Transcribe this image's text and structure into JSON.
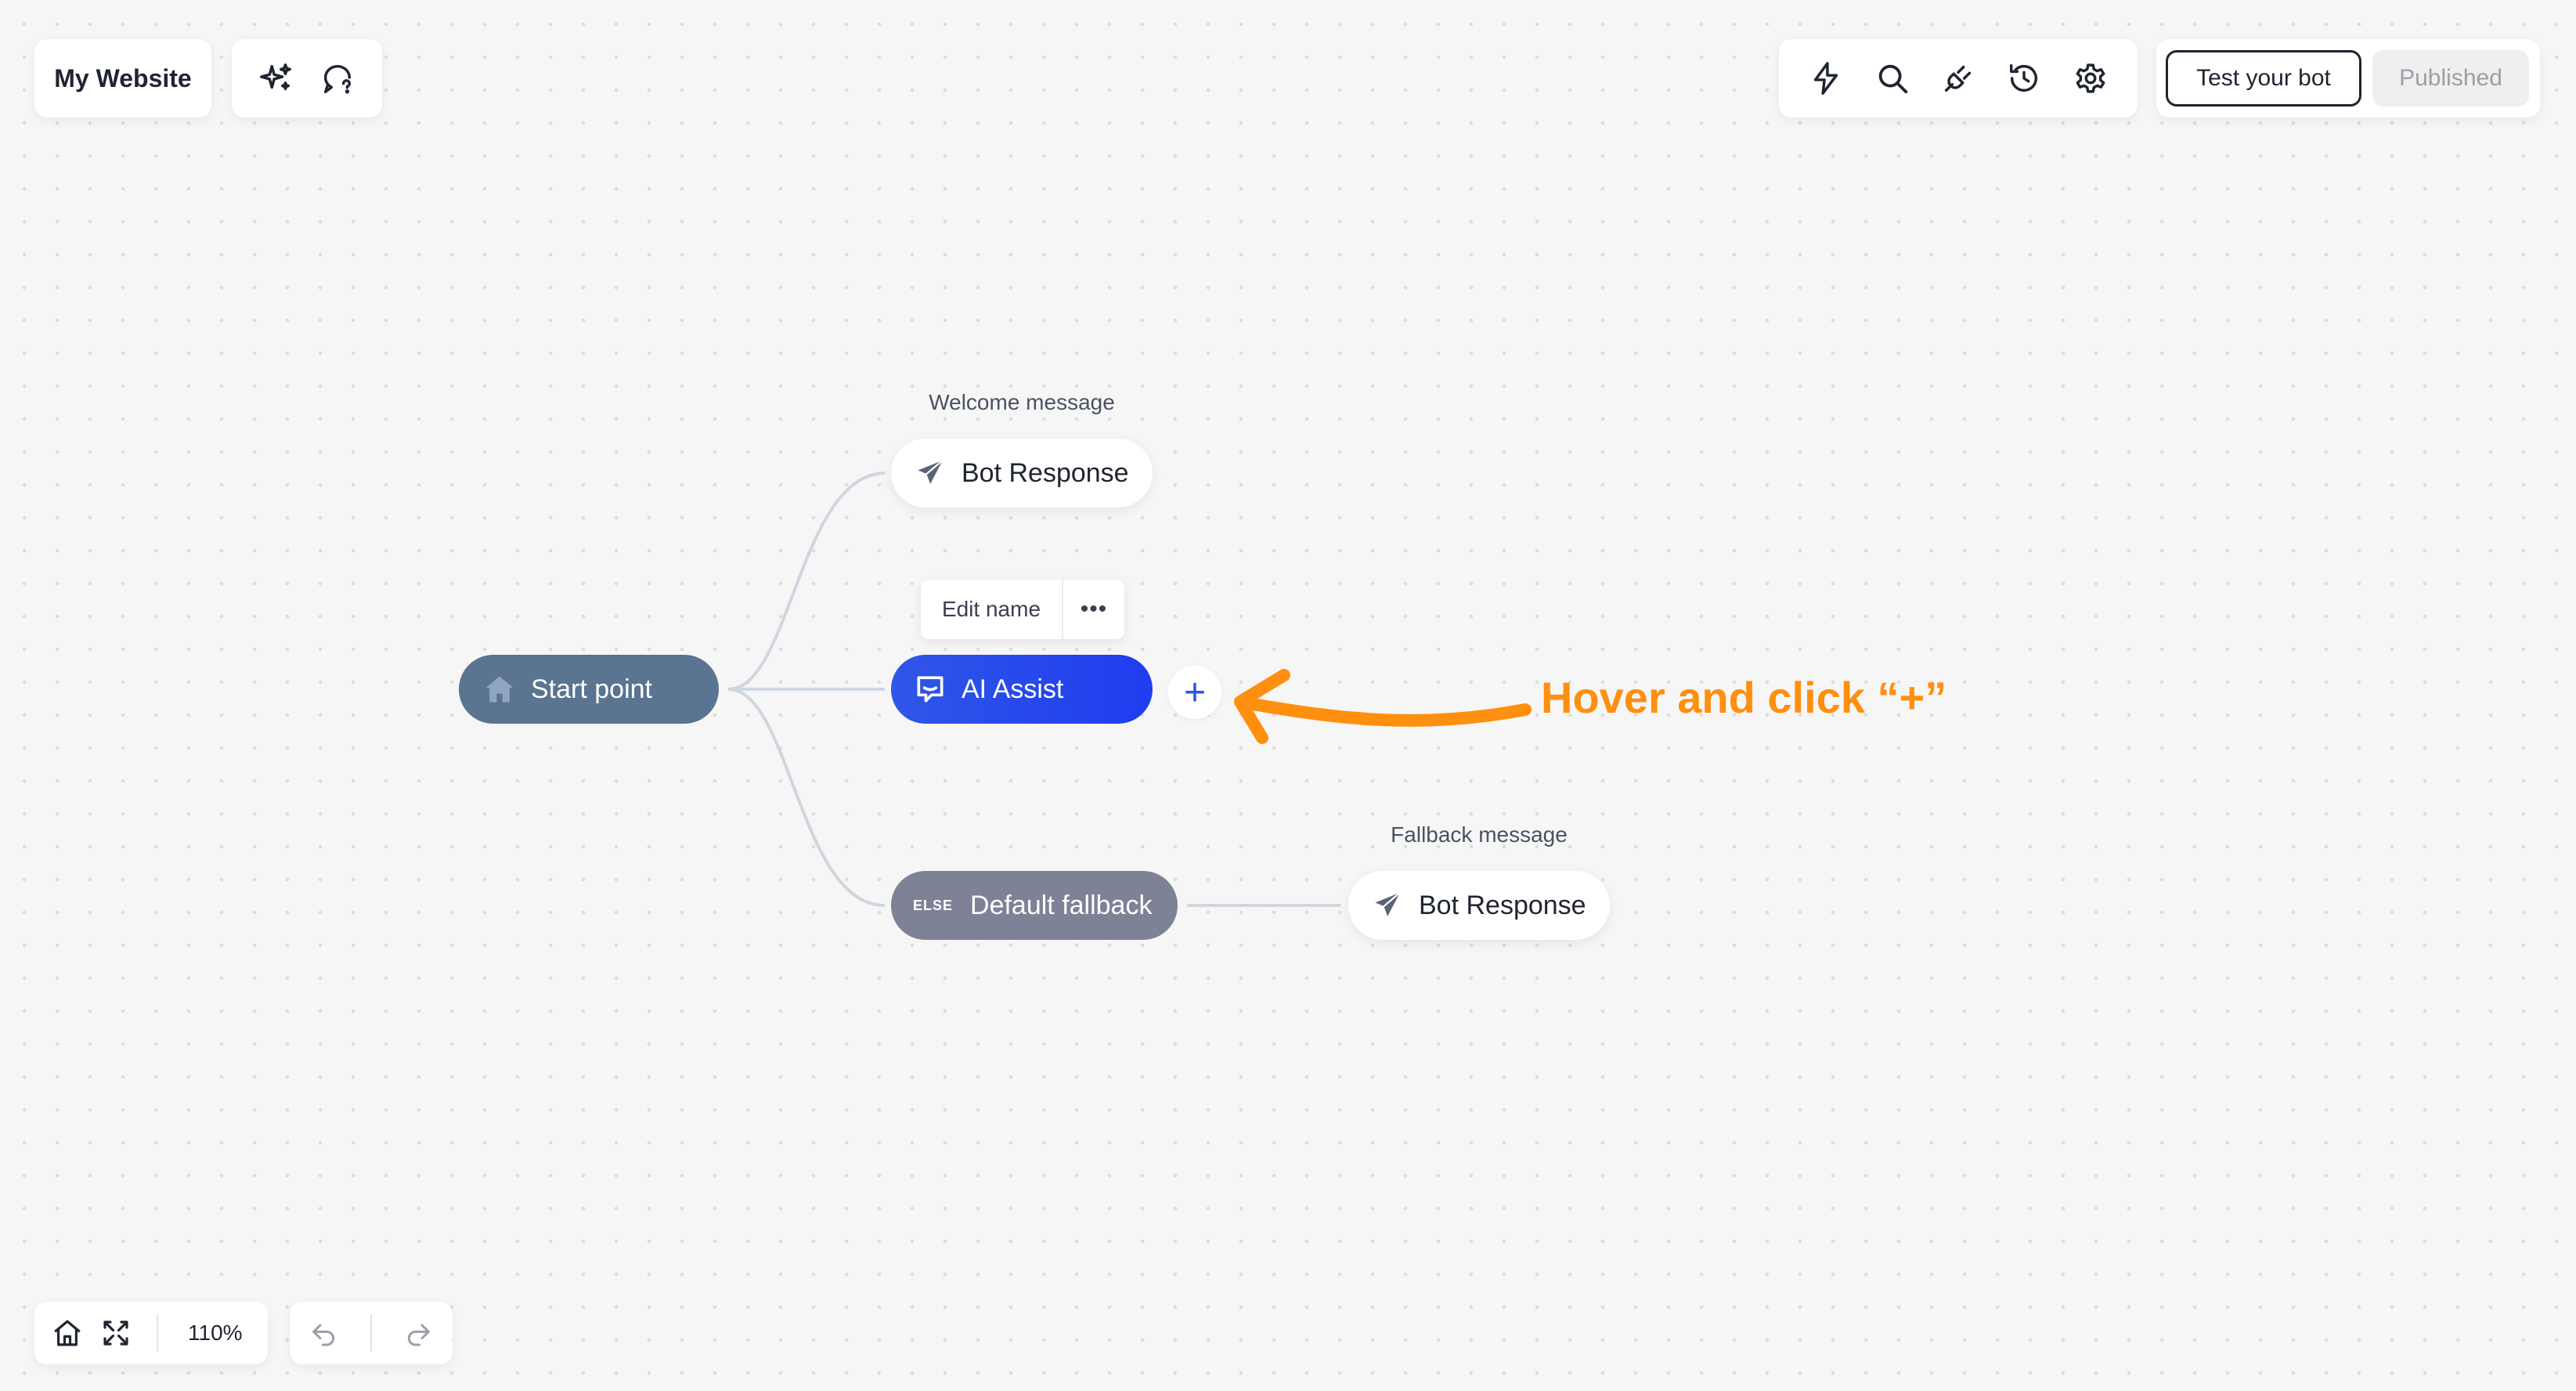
{
  "header": {
    "title": "My Website",
    "left_icons": [
      "sparkles-icon",
      "chat-help-icon"
    ],
    "right_icons": [
      "lightning-icon",
      "search-icon",
      "plug-icon",
      "history-icon",
      "settings-icon"
    ],
    "test_button": "Test your bot",
    "published_button": "Published"
  },
  "flow": {
    "start_node": {
      "label": "Start point",
      "icon": "home-icon"
    },
    "welcome": {
      "caption": "Welcome message",
      "label": "Bot Response",
      "icon": "send-icon"
    },
    "ai_assist": {
      "label": "AI Assist",
      "icon": "chat-bot-icon",
      "edit_name": "Edit name",
      "more": "•••"
    },
    "plus_button": "+",
    "default_fallback": {
      "tag": "ELSE",
      "label": "Default fallback"
    },
    "fallback_response": {
      "caption": "Fallback message",
      "label": "Bot Response",
      "icon": "send-icon"
    }
  },
  "annotation": {
    "text": "Hover and click “+”",
    "color": "#ff8f0f"
  },
  "bottom_bar": {
    "zoom": "110%",
    "icons": [
      "home-icon",
      "fit-screen-icon",
      "undo-icon",
      "redo-icon"
    ]
  },
  "colors": {
    "start_node": "#5a7491",
    "ai_node": "#2f56e8",
    "default_node": "#7d8296",
    "connector": "#cfd6df"
  }
}
